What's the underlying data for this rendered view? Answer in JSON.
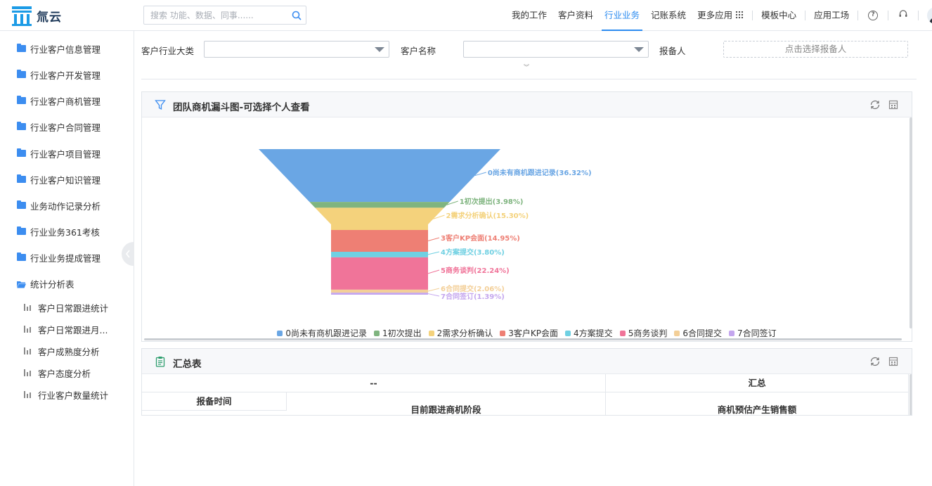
{
  "brand": {
    "name": "氚云"
  },
  "search": {
    "placeholder": "搜索 功能、数据、同事......"
  },
  "nav": {
    "items": [
      "我的工作",
      "客户资料",
      "行业业务",
      "记账系统",
      "更多应用"
    ],
    "active": "行业业务",
    "secondary": [
      "模板中心",
      "应用工场"
    ]
  },
  "sidebar": {
    "items": [
      "行业客户信息管理",
      "行业客户开发管理",
      "行业客户商机管理",
      "行业客户合同管理",
      "行业客户项目管理",
      "行业客户知识管理",
      "业务动作记录分析",
      "行业业务361考核",
      "行业业务提成管理"
    ],
    "open_group": "统计分析表",
    "sub_items": [
      "客户日常跟进统计",
      "客户日常跟进月...",
      "客户成熟度分析",
      "客户态度分析",
      "行业客户数量统计"
    ]
  },
  "filters": {
    "industry_label": "客户行业大类",
    "industry_value": "",
    "customer_label": "客户名称",
    "customer_value": "",
    "reporter_label": "报备人",
    "reporter_placeholder": "点击选择报备人"
  },
  "funnel_panel": {
    "title": "团队商机漏斗图-可选择个人查看"
  },
  "chart_data": {
    "type": "funnel",
    "title": "团队商机漏斗图-可选择个人查看",
    "legend_position": "bottom",
    "series": [
      {
        "name": "0尚未有商机跟进记录",
        "percent": 36.32,
        "label": "0尚未有商机跟进记录(36.32%)",
        "color": "#6aa6e4"
      },
      {
        "name": "1初次提出",
        "percent": 3.98,
        "label": "1初次提出(3.98%)",
        "color": "#7fb47f"
      },
      {
        "name": "2需求分析确认",
        "percent": 15.3,
        "label": "2需求分析确认(15.30%)",
        "color": "#f4d27c"
      },
      {
        "name": "3客户KP会面",
        "percent": 14.95,
        "label": "3客户KP会面(14.95%)",
        "color": "#ee7f74"
      },
      {
        "name": "4方案提交",
        "percent": 3.8,
        "label": "4方案提交(3.80%)",
        "color": "#6fd0e2"
      },
      {
        "name": "5商务谈判",
        "percent": 22.24,
        "label": "5商务谈判(22.24%)",
        "color": "#f07499"
      },
      {
        "name": "6合同提交",
        "percent": 2.06,
        "label": "6合同提交(2.06%)",
        "color": "#f3cf98"
      },
      {
        "name": "7合同签订",
        "percent": 1.39,
        "label": "7合同签订(1.39%)",
        "color": "#c4a6ee"
      }
    ]
  },
  "summary_panel": {
    "title": "汇总表",
    "header_group_left": "--",
    "header_group_right": "汇总",
    "col_time": "报备时间",
    "col_stage": "目前跟进商机阶段",
    "col_amount": "商机预估产生销售额"
  }
}
